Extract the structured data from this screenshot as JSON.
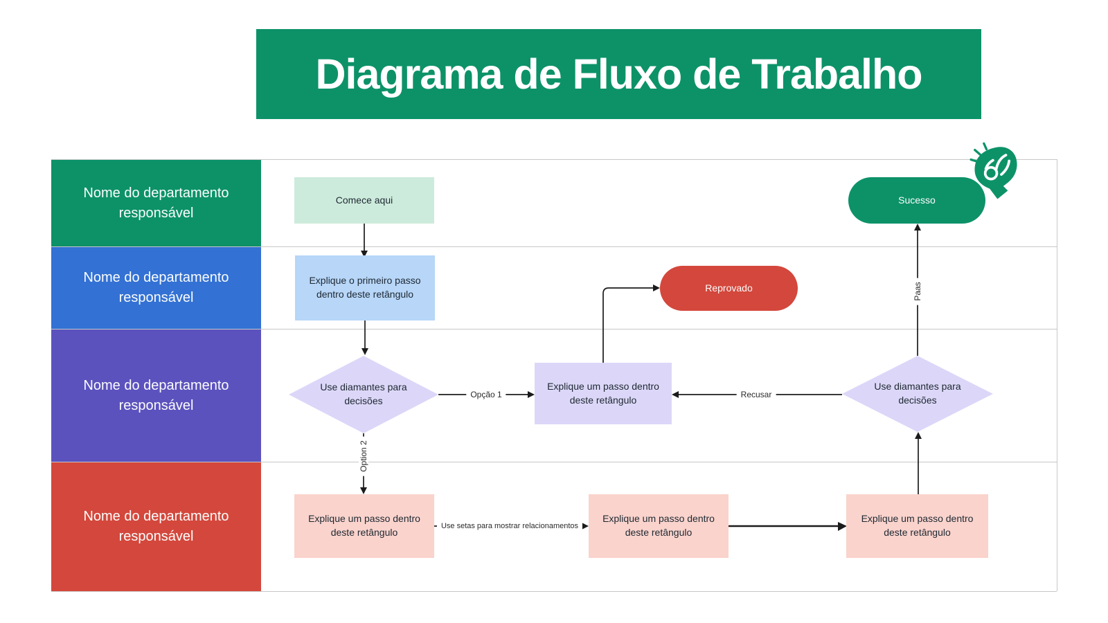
{
  "title": "Diagrama de Fluxo de Trabalho",
  "colors": {
    "banner_green": "#0D9268",
    "lane_green": "#0D9268",
    "lane_blue": "#3371D4",
    "lane_purple": "#5C52BE",
    "lane_red": "#D4473C",
    "node_mint": "#CDEBDC",
    "node_light_blue": "#B7D6F8",
    "node_lavender": "#DCD7F8",
    "node_pink": "#FAD3CC",
    "pill_red": "#D4473C",
    "pill_green": "#0D9268",
    "grid_line": "#c7c7c7",
    "connector": "#1b1b1b"
  },
  "lanes": [
    {
      "label": "Nome do departamento responsável",
      "color": "#0D9268"
    },
    {
      "label": "Nome do departamento responsável",
      "color": "#3371D4"
    },
    {
      "label": "Nome do departamento responsável",
      "color": "#5C52BE"
    },
    {
      "label": "Nome do departamento responsável",
      "color": "#D4473C"
    }
  ],
  "nodes": {
    "start": {
      "label": "Comece aqui",
      "shape": "rectangle",
      "fill": "#CDEBDC"
    },
    "first_step": {
      "label": "Explique o primeiro passo dentro deste retângulo",
      "shape": "rectangle",
      "fill": "#B7D6F8"
    },
    "decision_left": {
      "label": "Use diamantes para decisões",
      "shape": "diamond",
      "fill": "#DCD7F8"
    },
    "middle_step": {
      "label": "Explique um passo dentro deste retângulo",
      "shape": "rectangle",
      "fill": "#DCD7F8"
    },
    "rejected": {
      "label": "Reprovado",
      "shape": "pill",
      "fill": "#D4473C"
    },
    "decision_right": {
      "label": "Use diamantes para decisões",
      "shape": "diamond",
      "fill": "#DCD7F8"
    },
    "success": {
      "label": "Sucesso",
      "shape": "pill",
      "fill": "#0D9268"
    },
    "bottom_step_1": {
      "label": "Explique um passo dentro deste retângulo",
      "shape": "rectangle",
      "fill": "#FAD3CC"
    },
    "bottom_step_2": {
      "label": "Explique um passo dentro deste retângulo",
      "shape": "rectangle",
      "fill": "#FAD3CC"
    },
    "bottom_step_3": {
      "label": "Explique um passo dentro deste retângulo",
      "shape": "rectangle",
      "fill": "#FAD3CC"
    }
  },
  "edge_labels": {
    "option1": "Opção 1",
    "option2": "Option 2",
    "refuse": "Recusar",
    "pass": "Paas",
    "relationships": "Use setas para mostrar relacionamentos"
  },
  "icons": {
    "hand_snap": "snapping-fingers-hand-icon"
  }
}
